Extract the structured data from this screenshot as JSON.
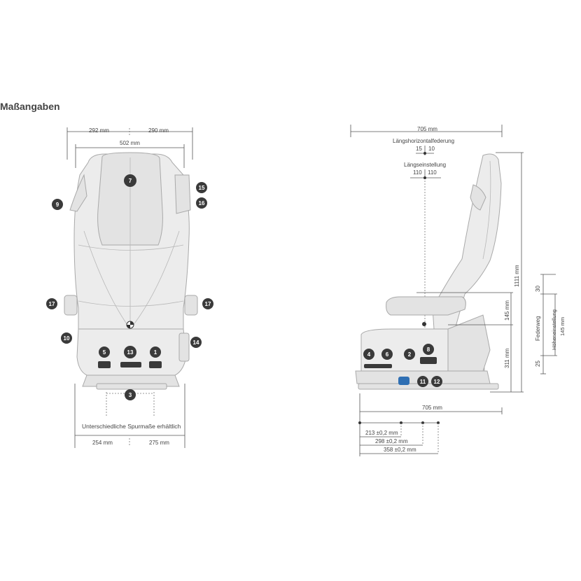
{
  "page_title": "Maßangaben",
  "front_view": {
    "dim_top_left": "292 mm",
    "dim_top_right": "290 mm",
    "dim_inner": "502 mm",
    "dim_bottom_left": "254 mm",
    "dim_bottom_right": "275 mm",
    "caption": "Unterschiedliche Spurmaße erhältlich",
    "badges": [
      "7",
      "9",
      "15",
      "16",
      "17",
      "17",
      "10",
      "14",
      "5",
      "13",
      "1",
      "3"
    ]
  },
  "side_view": {
    "dim_top": "705 mm",
    "label_horizontal_suspension": "Längshorizontalfederung",
    "horizontal_suspension_left": "15",
    "horizontal_suspension_right": "10",
    "label_longitudinal_adjust": "Längseinstellung",
    "longitudinal_left": "110",
    "longitudinal_right": "110",
    "dim_height_total": "1111 mm",
    "dim_145": "145 mm",
    "dim_311": "311 mm",
    "dim_30": "30",
    "dim_25": "25",
    "label_federweg": "Federweg",
    "label_hoeheneinstellung": "Höheneinstellung",
    "dim_hoehe_145": "145 mm",
    "dim_bottom": "705 mm",
    "dim_213": "213 ±0,2 mm",
    "dim_298": "298 ±0,2 mm",
    "dim_358": "358 ±0,2 mm",
    "badges": [
      "4",
      "6",
      "2",
      "8",
      "11",
      "12"
    ]
  },
  "colors": {
    "badge": "#3a3a3a",
    "blue_icon": "#2f6fb3"
  }
}
